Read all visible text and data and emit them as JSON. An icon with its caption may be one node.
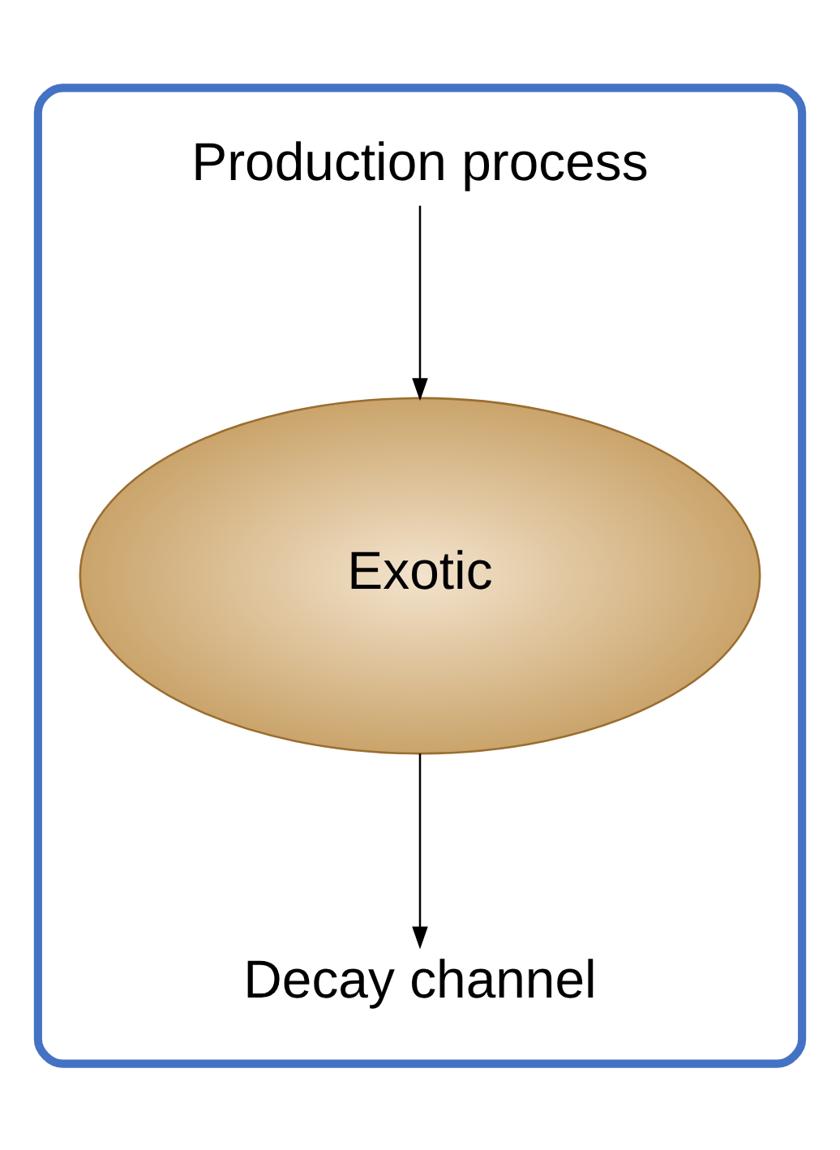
{
  "diagram": {
    "nodes": [
      {
        "text": [],
        "shape": "box"
      },
      {
        "text": [
          "Production process"
        ],
        "in": 0
      },
      {
        "text": [
          "Exotic"
        ],
        "in": 0
      },
      {
        "text": [
          "Decay channel"
        ],
        "in": 0
      }
    ],
    "edges": [
      {
        "from": 1,
        "to": 2,
        "arrow": "to"
      },
      {
        "from": 2,
        "to": 3,
        "arrow": "to"
      }
    ]
  }
}
